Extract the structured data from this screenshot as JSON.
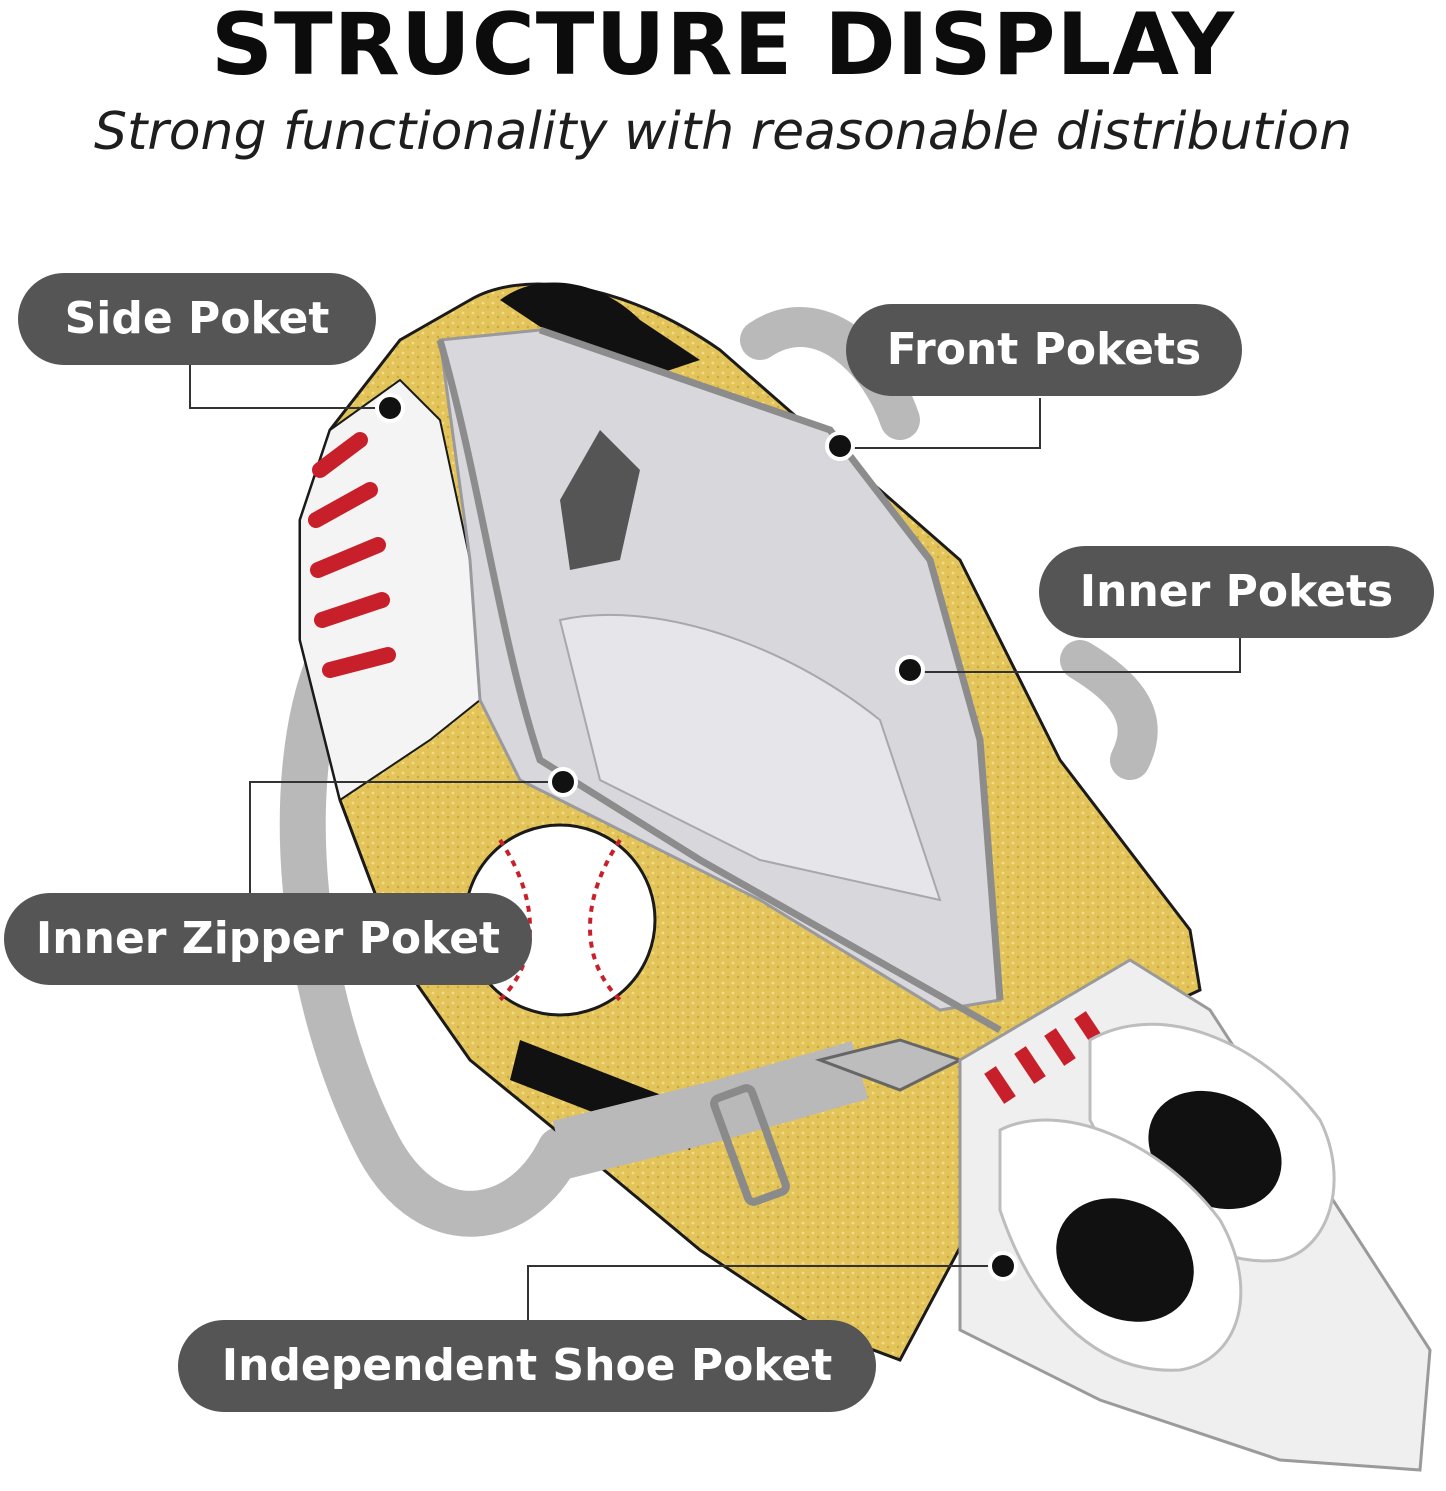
{
  "header": {
    "title": "STRUCTURE DISPLAY",
    "subtitle": "Strong functionality with reasonable distribution"
  },
  "callouts": {
    "side_pocket": "Side Poket",
    "front_pockets": "Front Pokets",
    "inner_pockets": "Inner Pokets",
    "inner_zipper_pocket": "Inner Zipper Poket",
    "shoe_pocket": "Independent Shoe Poket"
  },
  "colors": {
    "callout_bg": "#555555",
    "callout_text": "#ffffff",
    "leader_line": "#333333",
    "bag_gold": "#e3c45a",
    "bag_red": "#c8202a",
    "bag_lining": "#d8d8dc",
    "strap_gray": "#b9b9b9"
  }
}
